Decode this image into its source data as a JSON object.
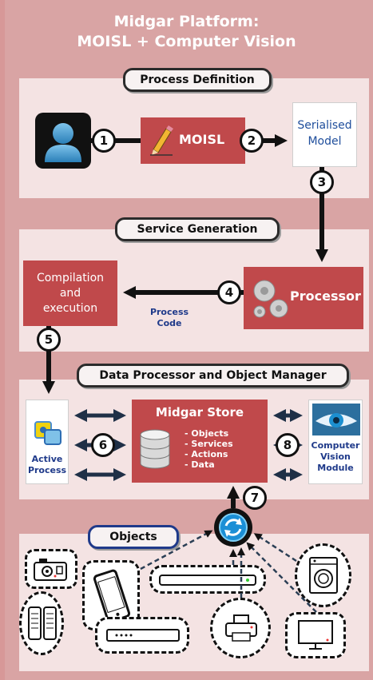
{
  "title_line1": "Midgar Platform:",
  "title_line2": "MOISL + Computer Vision",
  "sections": {
    "process_definition": "Process Definition",
    "service_generation": "Service Generation",
    "data_processor": "Data Processor and Object Manager",
    "objects": "Objects"
  },
  "nodes": {
    "moisl": "MOISL",
    "serialised_line1": "Serialised",
    "serialised_line2": "Model",
    "processor": "Processor",
    "compilation_line1": "Compilation",
    "compilation_line2": "and",
    "compilation_line3": "execution",
    "process_code_line1": "Process",
    "process_code_line2": "Code",
    "active_line1": "Active",
    "active_line2": "Process",
    "store_title": "Midgar Store",
    "store_items": [
      "- Objects",
      "- Services",
      "- Actions",
      "- Data"
    ],
    "cv_line1": "Computer",
    "cv_line2": "Vision",
    "cv_line3": "Module"
  },
  "steps": [
    "1",
    "2",
    "3",
    "4",
    "5",
    "6",
    "7",
    "8"
  ],
  "colors": {
    "background": "#d9a4a4",
    "panel": "#f4e3e3",
    "accent_red": "#c0494b",
    "label_blue": "#1f3a8a"
  },
  "icons": [
    "user-icon",
    "pencil-icon",
    "gears-icon",
    "database-icon",
    "sync-icon",
    "eye-icon",
    "puzzle-icon",
    "camera-icon",
    "smartphone-icon",
    "router-icon",
    "washing-machine-icon",
    "speakers-icon",
    "settop-box-icon",
    "printer-icon",
    "monitor-icon"
  ]
}
